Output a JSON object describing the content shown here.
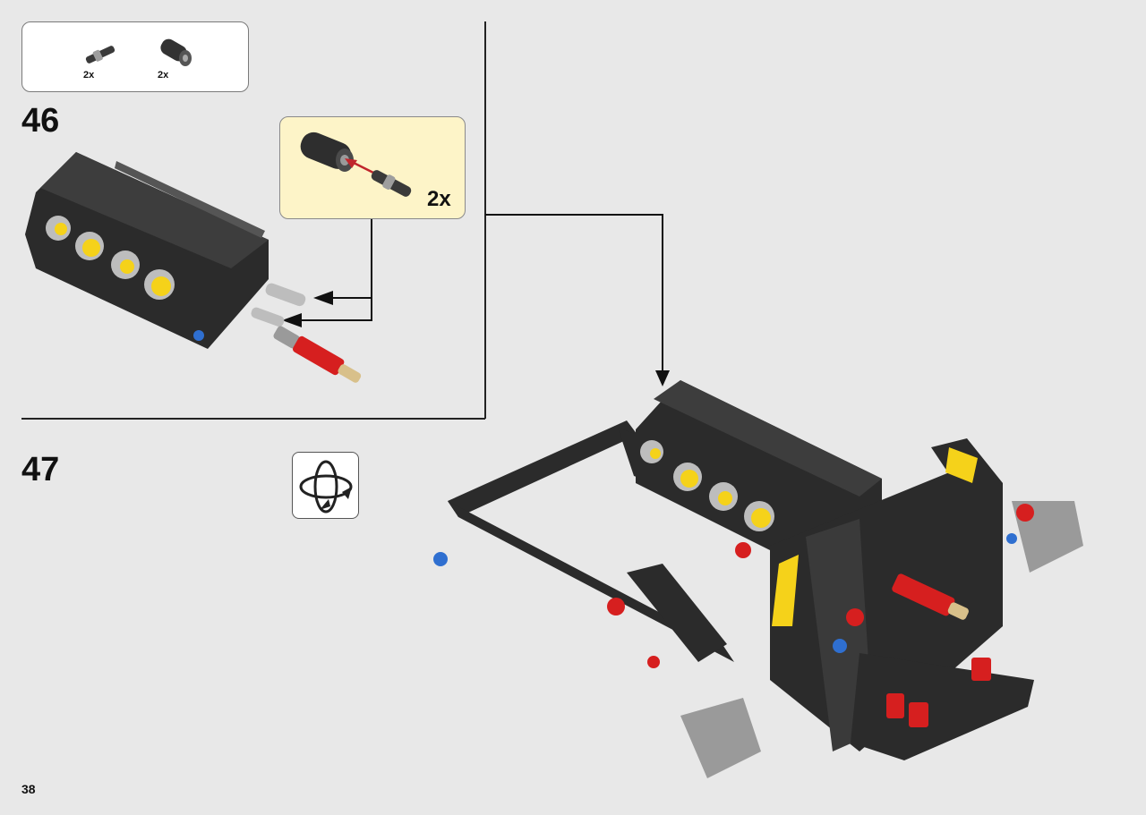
{
  "parts_list": {
    "items": [
      {
        "icon": "axle-pin-connector-icon",
        "quantity": "2x"
      },
      {
        "icon": "bush-connector-icon",
        "quantity": "2x"
      }
    ]
  },
  "step_46": {
    "number": "46",
    "callout": {
      "quantity": "2x"
    }
  },
  "step_47": {
    "number": "47",
    "rotate_icon": "rotate-model-icon"
  },
  "page": {
    "number": "38"
  },
  "colors": {
    "background": "#e8e8e8",
    "frame_black": "#2b2b2b",
    "yellow": "#f5d21a",
    "red": "#d61f1f",
    "blue": "#2f6fd0",
    "light_gray": "#bdbdbd",
    "callout_bg": "#fdf4c8"
  }
}
